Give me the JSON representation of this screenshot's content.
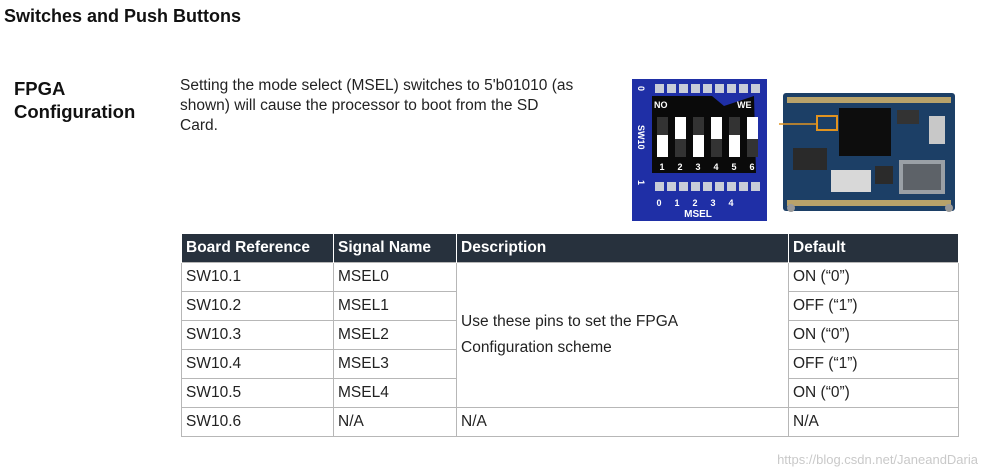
{
  "page_heading": "Switches and Push Buttons",
  "section": {
    "label_line1": "FPGA",
    "label_line2": "Configuration",
    "description": "Setting the mode select (MSEL) switches to 5'b01010 (as shown) will cause the processor to boot from the SD Card."
  },
  "dip_switch": {
    "top_code": "0",
    "bottom_code": "1",
    "left_label_no": "NO",
    "right_label_we": "WE",
    "device_label": "SW10",
    "switch_numbers": [
      "1",
      "2",
      "3",
      "4",
      "5",
      "6"
    ],
    "msel_indices": [
      "0",
      "1",
      "2",
      "3",
      "4"
    ],
    "msel_label": "MSEL",
    "positions": [
      "down",
      "up",
      "down",
      "up",
      "down",
      "up"
    ],
    "colors": {
      "panel": "#1f2fa6",
      "switch": "#ffffff"
    }
  },
  "table": {
    "headers": [
      "Board Reference",
      "Signal Name",
      "Description",
      "Default"
    ],
    "shared_description_line1": "Use these pins to set the FPGA",
    "shared_description_line2": "Configuration scheme",
    "rows": [
      {
        "ref": "SW10.1",
        "signal": "MSEL0",
        "default": "ON (“0”)"
      },
      {
        "ref": "SW10.2",
        "signal": "MSEL1",
        "default": "OFF (“1”)"
      },
      {
        "ref": "SW10.3",
        "signal": "MSEL2",
        "default": "ON (“0”)"
      },
      {
        "ref": "SW10.4",
        "signal": "MSEL3",
        "default": "OFF (“1”)"
      },
      {
        "ref": "SW10.5",
        "signal": "MSEL4",
        "default": "ON (“0”)"
      }
    ],
    "last_row": {
      "ref": "SW10.6",
      "signal": "N/A",
      "description": "N/A",
      "default": "N/A"
    }
  },
  "watermark": "https://blog.csdn.net/JaneandDaria"
}
